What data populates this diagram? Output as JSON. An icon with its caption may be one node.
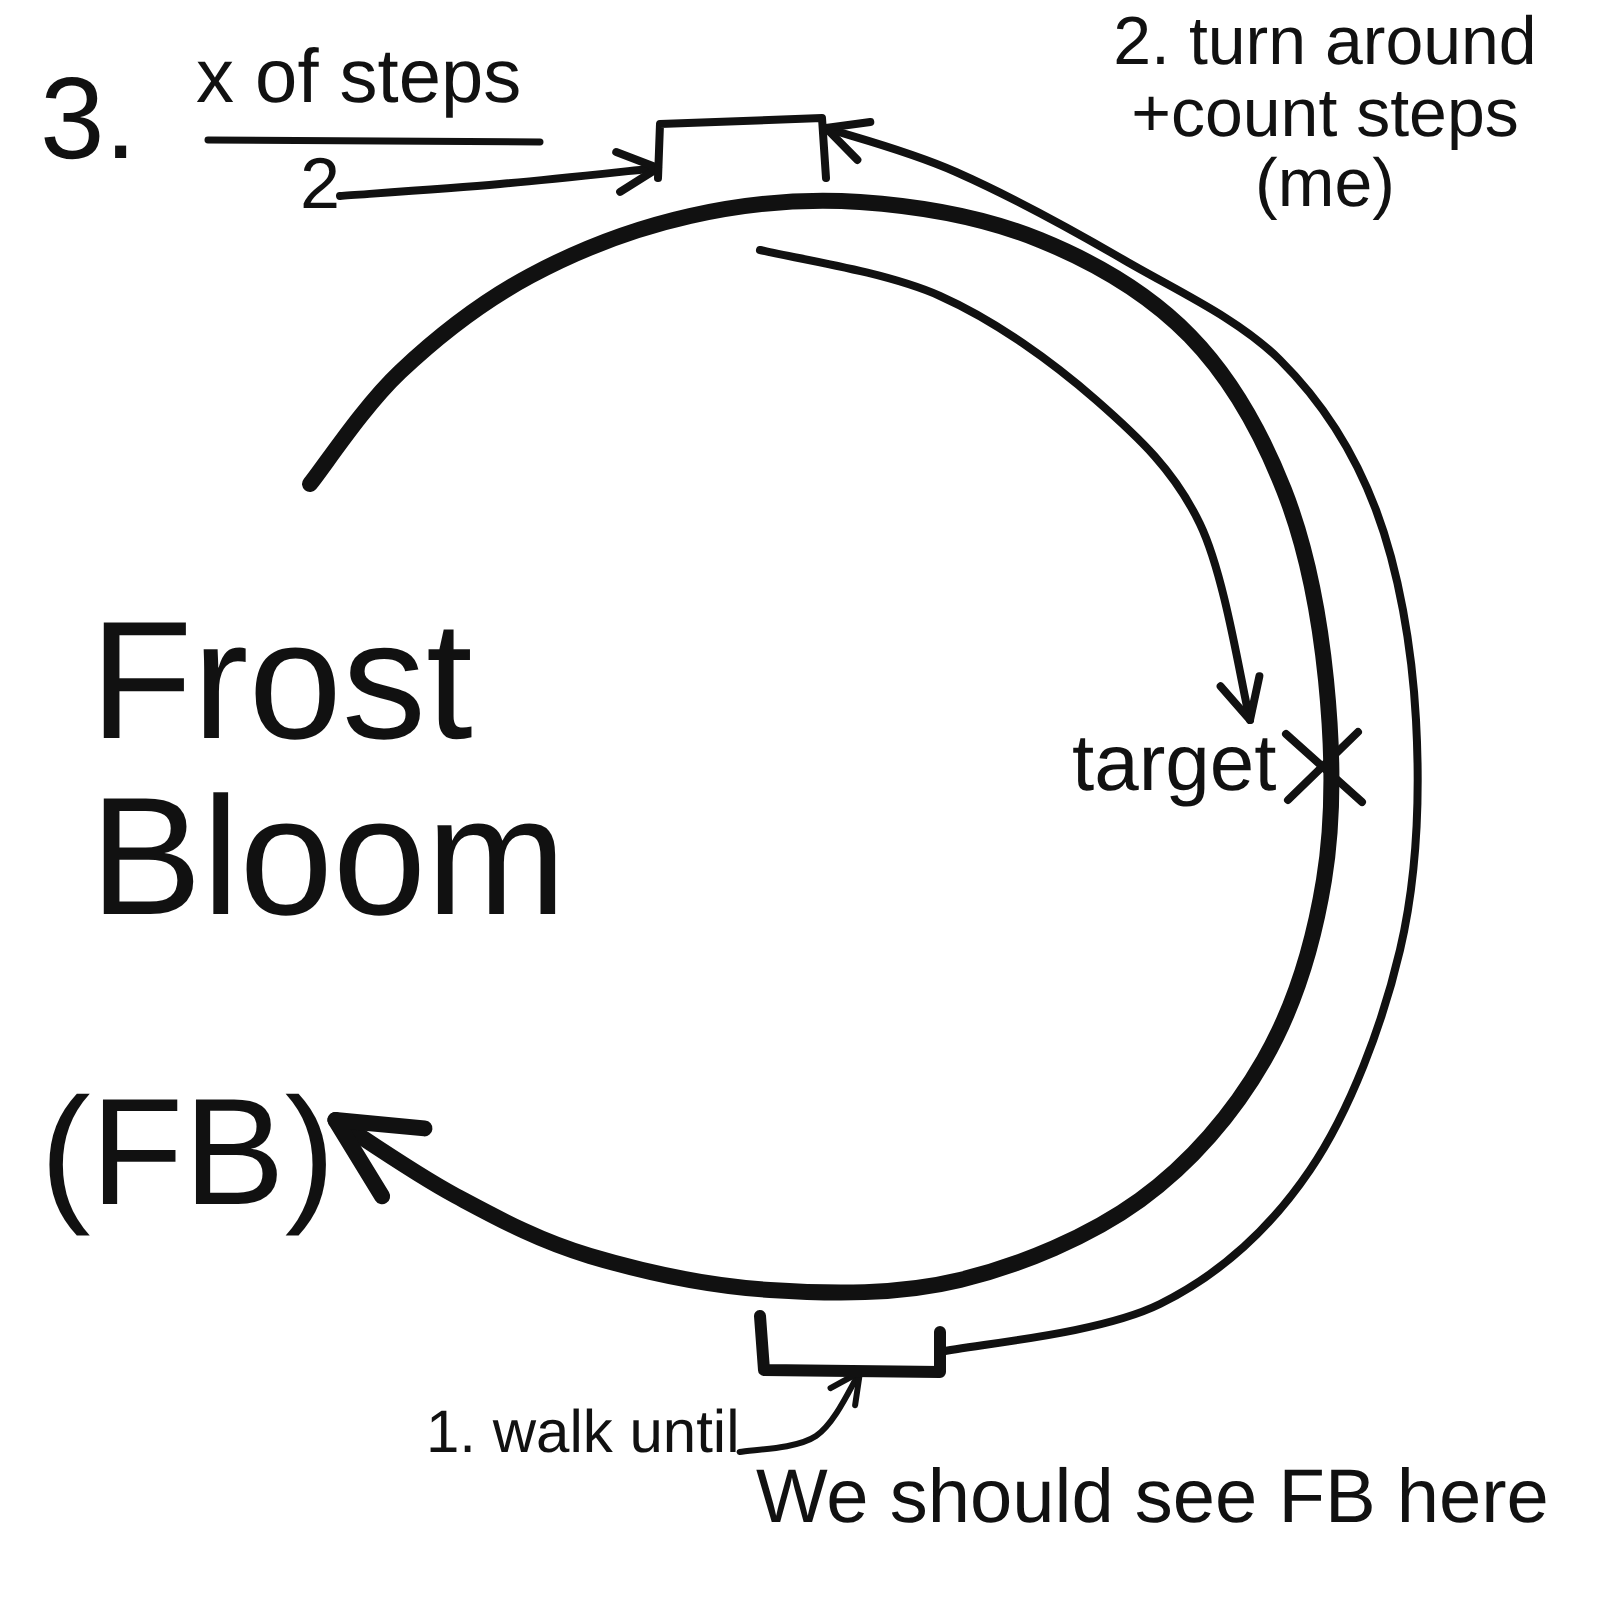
{
  "diagram": {
    "nodes": [
      {
        "text": [
          "3.",
          "x of steps",
          "2"
        ]
      },
      {
        "text": [],
        "shape": "box"
      },
      {
        "text": [
          "Frost Bloom",
          "(FB)"
        ]
      },
      {
        "text": [
          "target"
        ]
      },
      {
        "text": [],
        "shape": "box"
      },
      {
        "text": [
          "1. walk until"
        ]
      },
      {
        "text": [
          "We should see FB here"
        ]
      }
    ],
    "edges": [
      {
        "from": 0,
        "to": 1,
        "arrow": "to"
      },
      {
        "from": 4,
        "to": 1,
        "arrow": "to",
        "label": "2. turn around +count steps (me)"
      },
      {
        "from": null,
        "to": 3,
        "arrow": "to"
      },
      {
        "from": null,
        "to": 2,
        "arrow": "to",
        "style": "thick"
      },
      {
        "from": 5,
        "to": 4,
        "arrow": "to"
      }
    ]
  }
}
